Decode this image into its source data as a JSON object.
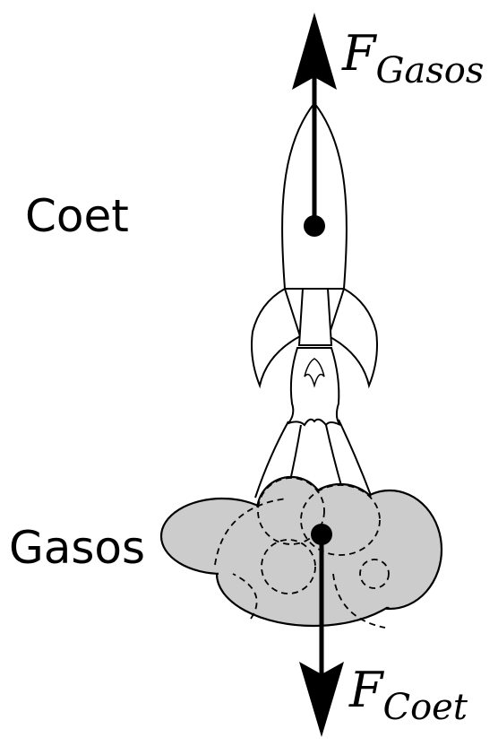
{
  "labels": {
    "rocket": "Coet",
    "gases": "Gasos"
  },
  "forces": {
    "on_rocket": {
      "symbol": "F",
      "subscript": "Gasos"
    },
    "on_gases": {
      "symbol": "F",
      "subscript": "Coet"
    }
  },
  "colors": {
    "stroke": "#000000",
    "rocket_fill": "#ffffff",
    "gas_fill": "#cccccc"
  }
}
